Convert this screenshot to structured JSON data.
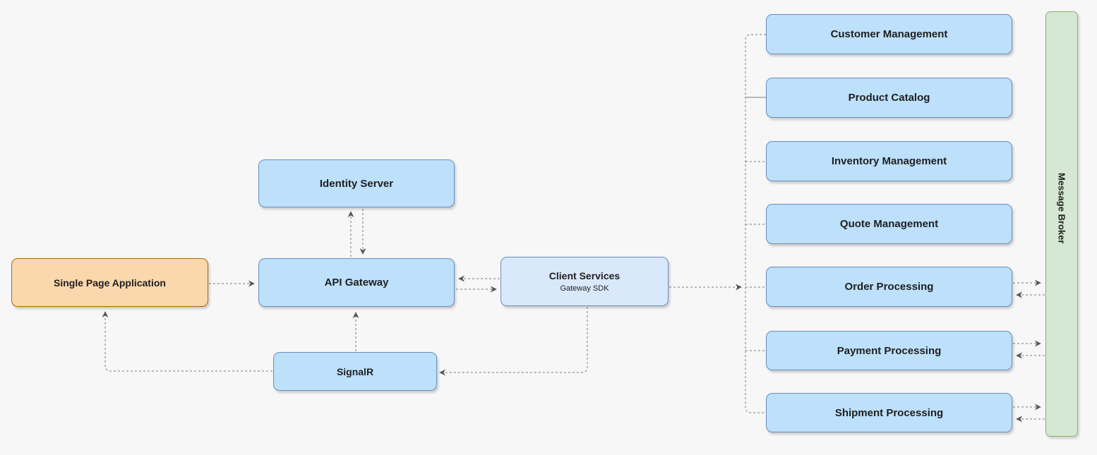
{
  "diagram": {
    "nodes": {
      "spa": "Single Page Application",
      "api_gateway": "API Gateway",
      "identity_server": "Identity Server",
      "signalr": "SignalR",
      "client_services": {
        "title": "Client Services",
        "subtitle": "Gateway SDK"
      },
      "services": [
        "Customer Management",
        "Product Catalog",
        "Inventory Management",
        "Quote Management",
        "Order Processing",
        "Payment Processing",
        "Shipment Processing"
      ],
      "message_broker": "Message Broker"
    },
    "colors": {
      "service_fill": "#bde0fb",
      "service_stroke": "#6c8ebf",
      "spa_fill": "#fad7ac",
      "spa_stroke": "#b46504",
      "client_fill": "#dae8fc",
      "broker_fill": "#d5e8d4",
      "broker_stroke": "#82b366",
      "connector": "#777777",
      "background": "#f7f7f7"
    }
  }
}
